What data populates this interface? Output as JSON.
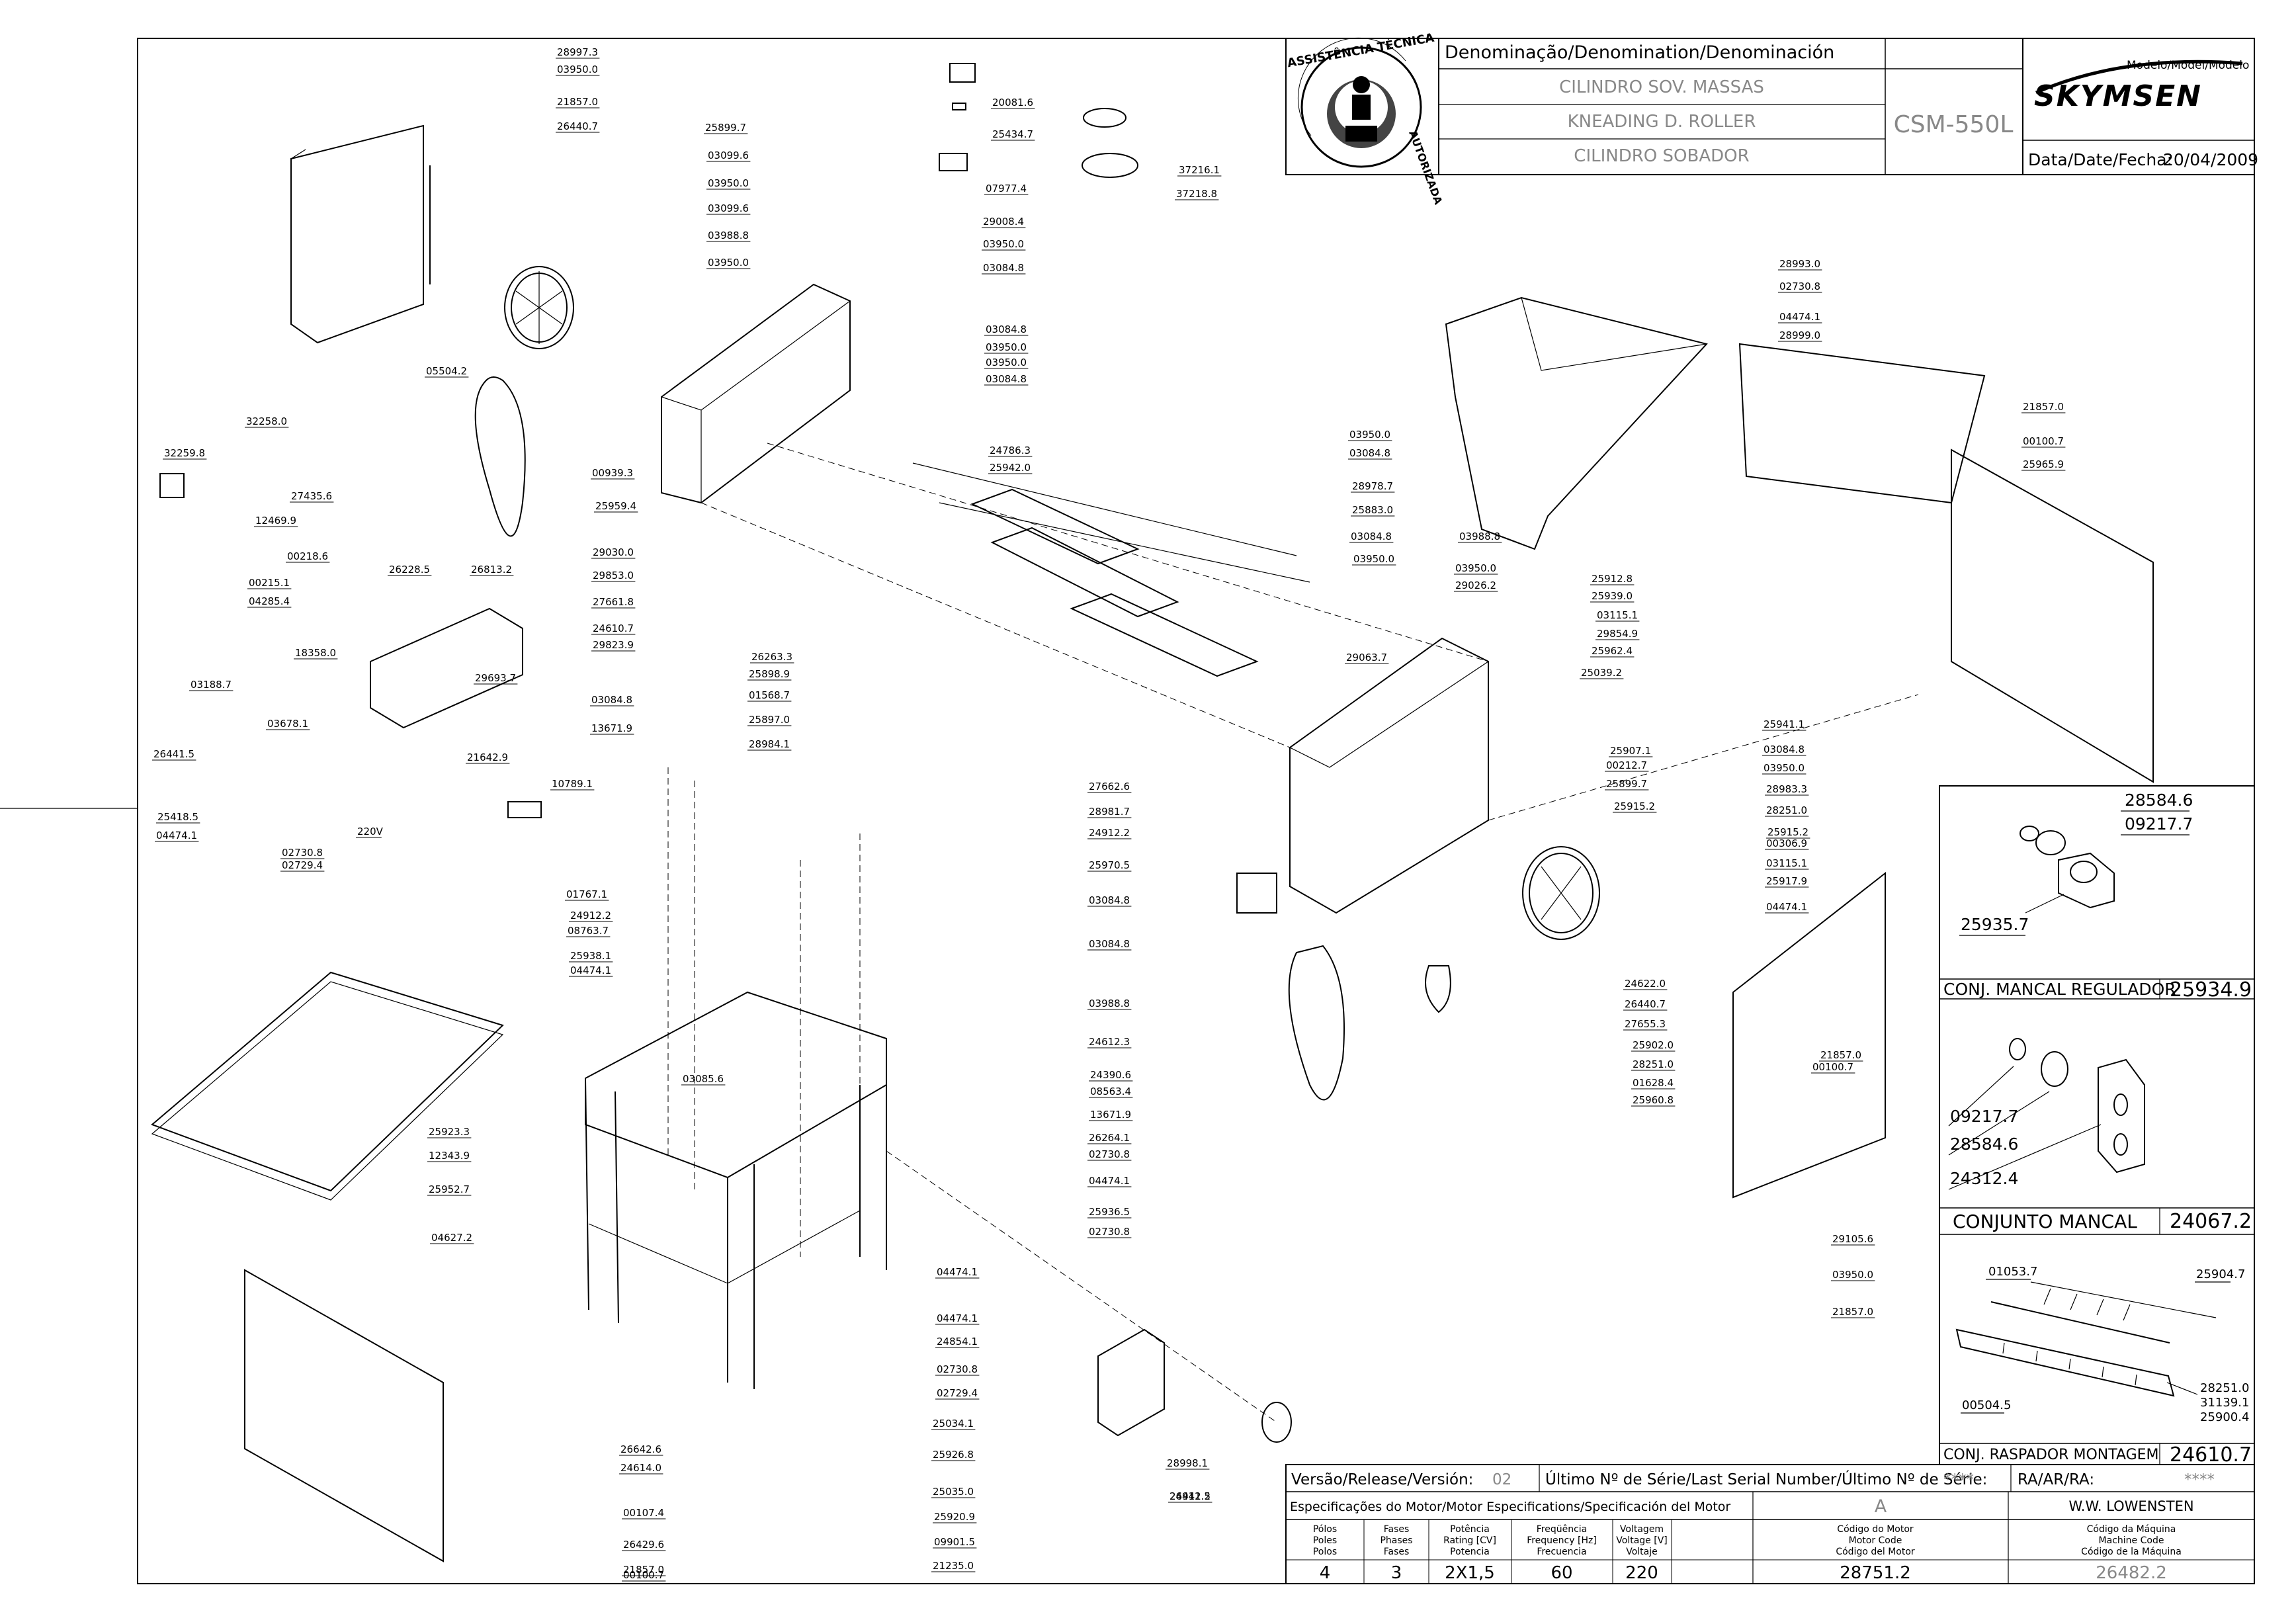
{
  "title_block": {
    "header_label": "Denominação/Denomination/Denominación",
    "name_pt": "CILINDRO SOV. MASSAS",
    "name_en": "KNEADING D. ROLLER",
    "name_es": "CILINDRO SOBADOR",
    "model_code": "CSM-550L",
    "model_label": "Modelo/Model/Modelo",
    "brand": "SKYMSEN",
    "date_label": "Data/Date/Fecha:",
    "date_value": "20/04/2009",
    "seal_text": "ASSISTÊNCIA TÉCNICA AUTORIZADA"
  },
  "bottom_block": {
    "version_label": "Versão/Release/Versión:",
    "version_value": "02",
    "serial_label": "Último Nº de Série/Last Serial Number/Último Nº de Série:",
    "serial_value": "****",
    "ra_label": "RA/AR/RA:",
    "ra_value": "****",
    "motor_spec_label": "Especificações do Motor/Motor Especifications/Specificación del Motor",
    "motor_letter": "A",
    "manufacturer": "W.W. LOWENSTEN",
    "columns": [
      {
        "head": [
          "Pólos",
          "Poles",
          "Polos"
        ],
        "value": "4"
      },
      {
        "head": [
          "Fases",
          "Phases",
          "Fases"
        ],
        "value": "3"
      },
      {
        "head": [
          "Potência",
          "Rating [CV]",
          "Potencia"
        ],
        "value": "2X1,5"
      },
      {
        "head": [
          "Freqüência",
          "Frequency [Hz]",
          "Frecuencia"
        ],
        "value": "60"
      },
      {
        "head": [
          "Voltagem",
          "Voltage [V]",
          "Voltaje"
        ],
        "value": "220"
      },
      {
        "head": [
          "Código do Motor",
          "Motor Code",
          "Código del Motor"
        ],
        "value": "28751.2"
      },
      {
        "head": [
          "Código da Máquina",
          "Machine Code",
          "Código de la Máquina"
        ],
        "value": "26482.2"
      }
    ]
  },
  "assemblies": [
    {
      "title": "CONJ. MANCAL REGULADOR",
      "code": "25934.9",
      "parts": [
        "28584.6",
        "09217.7",
        "25935.7"
      ]
    },
    {
      "title": "CONJUNTO MANCAL",
      "code": "24067.2",
      "parts": [
        "09217.7",
        "28584.6",
        "24312.4"
      ]
    },
    {
      "title": "CONJ. RASPADOR MONTAGEM",
      "code": "24610.7",
      "parts": [
        "01053.7",
        "25904.7",
        "28251.0",
        "31139.1",
        "25900.4",
        "00504.5"
      ]
    }
  ],
  "parts_left": [
    "28997.3",
    "03950.0",
    "21857.0",
    "26440.7",
    "05504.2",
    "32258.0",
    "32259.8",
    "27435.6",
    "12469.9",
    "00218.6",
    "00215.1",
    "04285.4",
    "18358.0",
    "03188.7",
    "03678.1",
    "26441.5",
    "25418.5",
    "04474.1",
    "02730.8",
    "02729.4",
    "220V",
    "26228.5",
    "26813.2",
    "29693.7",
    "21642.9",
    "10789.1",
    "00939.3",
    "25959.4"
  ],
  "parts_top": [
    "25899.7",
    "03099.6",
    "03950.0",
    "03099.6",
    "03988.8",
    "03950.0",
    "20081.6",
    "25434.7",
    "07977.4",
    "37216.1",
    "37218.8",
    "29008.4",
    "03950.0",
    "03084.8",
    "03084.8",
    "03950.0",
    "03950.0",
    "03084.8",
    "24786.3",
    "25942.0",
    "29030.0",
    "29853.0",
    "27661.8",
    "24610.7",
    "29823.9"
  ],
  "parts_center": [
    "26263.3",
    "25898.9",
    "01568.7",
    "25897.0",
    "28984.1",
    "03084.8",
    "13671.9",
    "01767.1",
    "24912.2",
    "08763.7",
    "25938.1",
    "04474.1",
    "03085.6",
    "25923.3",
    "12343.9",
    "25952.7",
    "04627.2",
    "24390.6",
    "08563.4",
    "13671.9",
    "26264.1",
    "02730.8",
    "04474.1",
    "25936.5",
    "02730.8",
    "04474.1",
    "04474.1",
    "24854.1",
    "02730.8",
    "02729.4",
    "25034.1",
    "25926.8",
    "25035.0",
    "25920.9",
    "09901.5",
    "21235.0",
    "26642.6",
    "24614.0",
    "00107.4",
    "26429.6",
    "21857.0",
    "00100.7",
    "28998.1",
    "24912.2",
    "26441.5"
  ],
  "parts_right": [
    "03950.0",
    "03084.8",
    "28978.7",
    "25883.0",
    "03084.8",
    "03950.0",
    "03988.8",
    "03950.0",
    "29026.2",
    "29063.7",
    "27662.6",
    "28981.7",
    "24912.2",
    "25970.5",
    "03084.8",
    "03084.8",
    "03988.8",
    "24612.3",
    "28993.0",
    "02730.8",
    "04474.1",
    "28999.0",
    "21857.0",
    "00100.7",
    "25965.9",
    "25912.8",
    "25939.0",
    "03115.1",
    "29854.9",
    "25962.4",
    "25039.2",
    "25941.1",
    "03084.8",
    "03950.0",
    "25907.1",
    "00212.7",
    "25899.7",
    "25915.2",
    "28983.3",
    "28251.0",
    "25915.2",
    "00306.9",
    "03115.1",
    "25917.9",
    "04474.1",
    "24622.0",
    "26440.7",
    "27655.3",
    "25902.0",
    "28251.0",
    "01628.4",
    "25960.8",
    "21857.0",
    "00100.7",
    "29105.6",
    "03950.0",
    "21857.0"
  ]
}
